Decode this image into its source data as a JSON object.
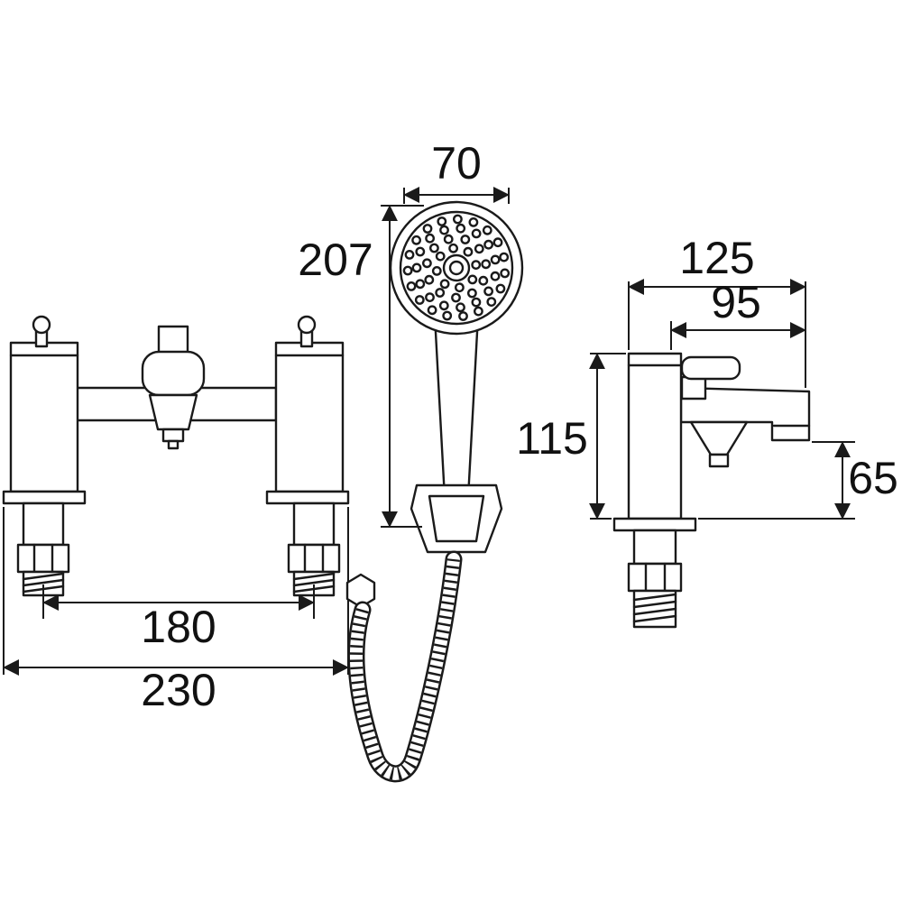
{
  "colors": {
    "line": "#1a1a1a",
    "background": "#ffffff"
  },
  "dims": {
    "handset_width": "70",
    "handset_length": "207",
    "side_overall_length": "125",
    "side_spout_reach": "95",
    "side_body_height": "115",
    "side_outlet_height": "65",
    "tap_centres": "180",
    "overall_width": "230"
  }
}
